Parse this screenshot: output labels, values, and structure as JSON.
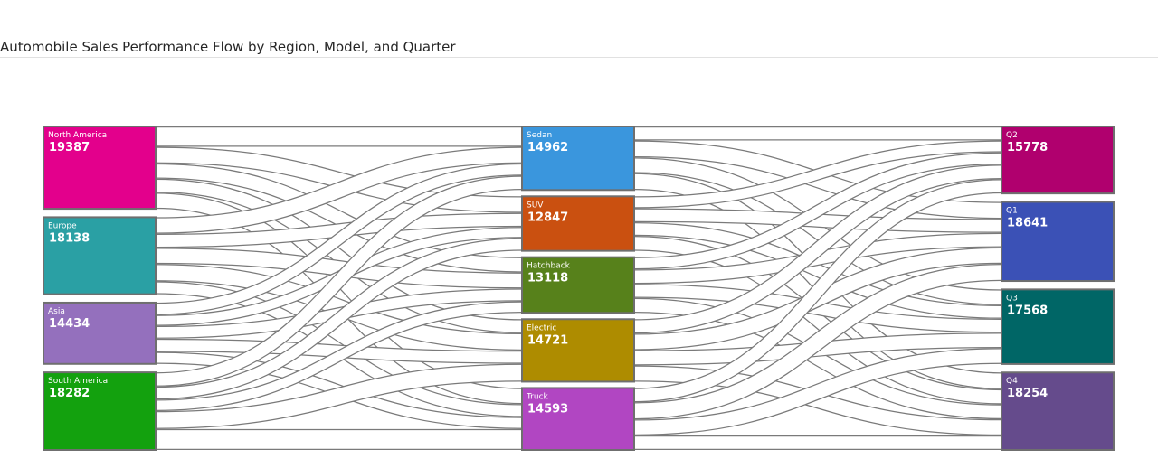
{
  "header": {
    "title": "Automobile Sales Performance Flow by Region, Model, and Quarter"
  },
  "chart_data": {
    "type": "sankey",
    "title": "Automobile Sales Performance Flow by Region, Model, and Quarter",
    "columns": [
      [
        {
          "id": "na",
          "name": "North America",
          "value": 19387,
          "color": "#e3008c"
        },
        {
          "id": "eu",
          "name": "Europe",
          "value": 18138,
          "color": "#2aa0a4"
        },
        {
          "id": "as",
          "name": "Asia",
          "value": 14434,
          "color": "#9470bd"
        },
        {
          "id": "sa",
          "name": "South America",
          "value": 18282,
          "color": "#13a10e"
        }
      ],
      [
        {
          "id": "sedan",
          "name": "Sedan",
          "value": 14962,
          "color": "#3a96dd"
        },
        {
          "id": "suv",
          "name": "SUV",
          "value": 12847,
          "color": "#ca5010"
        },
        {
          "id": "hatch",
          "name": "Hatchback",
          "value": 13118,
          "color": "#57811b"
        },
        {
          "id": "elec",
          "name": "Electric",
          "value": 14721,
          "color": "#ae8c00"
        },
        {
          "id": "truck",
          "name": "Truck",
          "value": 14593,
          "color": "#b146c2"
        }
      ],
      [
        {
          "id": "q2",
          "name": "Q2",
          "value": 15778,
          "color": "#b0006e"
        },
        {
          "id": "q1",
          "name": "Q1",
          "value": 18641,
          "color": "#3b51b6"
        },
        {
          "id": "q3",
          "name": "Q3",
          "value": 17568,
          "color": "#006666"
        },
        {
          "id": "q4",
          "name": "Q4",
          "value": 18254,
          "color": "#654b8c"
        }
      ]
    ],
    "links": [
      {
        "source": "na",
        "target": "sedan",
        "value": 4800
      },
      {
        "source": "na",
        "target": "suv",
        "value": 3900
      },
      {
        "source": "na",
        "target": "hatch",
        "value": 3600
      },
      {
        "source": "na",
        "target": "elec",
        "value": 3300
      },
      {
        "source": "na",
        "target": "truck",
        "value": 3787
      },
      {
        "source": "eu",
        "target": "sedan",
        "value": 3900
      },
      {
        "source": "eu",
        "target": "suv",
        "value": 3300
      },
      {
        "source": "eu",
        "target": "hatch",
        "value": 3800
      },
      {
        "source": "eu",
        "target": "elec",
        "value": 4100
      },
      {
        "source": "eu",
        "target": "truck",
        "value": 3038
      },
      {
        "source": "as",
        "target": "sedan",
        "value": 2900
      },
      {
        "source": "as",
        "target": "suv",
        "value": 2600
      },
      {
        "source": "as",
        "target": "hatch",
        "value": 3000
      },
      {
        "source": "as",
        "target": "elec",
        "value": 3100
      },
      {
        "source": "as",
        "target": "truck",
        "value": 2834
      },
      {
        "source": "sa",
        "target": "sedan",
        "value": 3362
      },
      {
        "source": "sa",
        "target": "suv",
        "value": 3047
      },
      {
        "source": "sa",
        "target": "hatch",
        "value": 2718
      },
      {
        "source": "sa",
        "target": "elec",
        "value": 4221
      },
      {
        "source": "sa",
        "target": "truck",
        "value": 4934
      },
      {
        "source": "sedan",
        "target": "q2",
        "value": 3300
      },
      {
        "source": "sedan",
        "target": "q1",
        "value": 4000
      },
      {
        "source": "sedan",
        "target": "q3",
        "value": 3700
      },
      {
        "source": "sedan",
        "target": "q4",
        "value": 3962
      },
      {
        "source": "suv",
        "target": "q2",
        "value": 2800
      },
      {
        "source": "suv",
        "target": "q1",
        "value": 3300
      },
      {
        "source": "suv",
        "target": "q3",
        "value": 3200
      },
      {
        "source": "suv",
        "target": "q4",
        "value": 3547
      },
      {
        "source": "hatch",
        "target": "q2",
        "value": 2900
      },
      {
        "source": "hatch",
        "target": "q1",
        "value": 3400
      },
      {
        "source": "hatch",
        "target": "q3",
        "value": 3300
      },
      {
        "source": "hatch",
        "target": "q4",
        "value": 3518
      },
      {
        "source": "elec",
        "target": "q2",
        "value": 3400
      },
      {
        "source": "elec",
        "target": "q1",
        "value": 3900
      },
      {
        "source": "elec",
        "target": "q3",
        "value": 3600
      },
      {
        "source": "elec",
        "target": "q4",
        "value": 3821
      },
      {
        "source": "truck",
        "target": "q2",
        "value": 3378
      },
      {
        "source": "truck",
        "target": "q1",
        "value": 4041
      },
      {
        "source": "truck",
        "target": "q3",
        "value": 3768
      },
      {
        "source": "truck",
        "target": "q4",
        "value": 3406
      }
    ]
  }
}
